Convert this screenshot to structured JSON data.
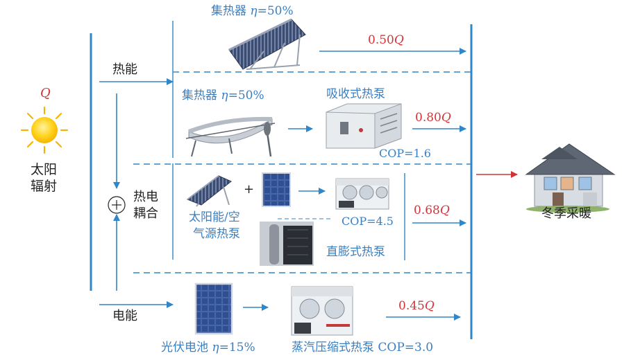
{
  "colors": {
    "blue": "#3a7fc1",
    "red": "#d23339",
    "text": "#222222",
    "line": "#2f86c8"
  },
  "source": {
    "symbol": "Q",
    "label_line1": "太阳",
    "label_line2": "辐射"
  },
  "branches": {
    "thermal": "热能",
    "coupling_line1": "热电",
    "coupling_line2": "耦合",
    "electric": "电能",
    "plus": "+"
  },
  "row1": {
    "device": "集热器",
    "eta_symbol": "η",
    "eta_value": "=50%",
    "output_value": "0.50",
    "output_symbol": "Q"
  },
  "row2": {
    "device": "集热器",
    "eta_symbol": "η",
    "eta_value": "=50%",
    "heat_pump": "吸收式热泵",
    "cop": "COP=1.6",
    "output_value": "0.80",
    "output_symbol": "Q"
  },
  "row3": {
    "device_line1": "太阳能/空",
    "device_line2": "气源热泵",
    "plus": "+",
    "cop": "COP=4.5",
    "heat_pump": "直膨式热泵",
    "output_value": "0.68",
    "output_symbol": "Q"
  },
  "row4": {
    "device": "光伏电池",
    "eta_symbol": "η",
    "eta_value": "=15%",
    "heat_pump": "蒸汽压缩式热泵",
    "cop": "COP=3.0",
    "output_value": "0.45",
    "output_symbol": "Q"
  },
  "target": {
    "label": "冬季采暖"
  },
  "icons": [
    "sun-icon",
    "solar-collector-icon",
    "trough-collector-icon",
    "absorption-heat-pump-icon",
    "pv-panel-icon",
    "air-source-unit-icon",
    "water-tank-icon",
    "compression-heat-pump-icon",
    "house-icon"
  ]
}
